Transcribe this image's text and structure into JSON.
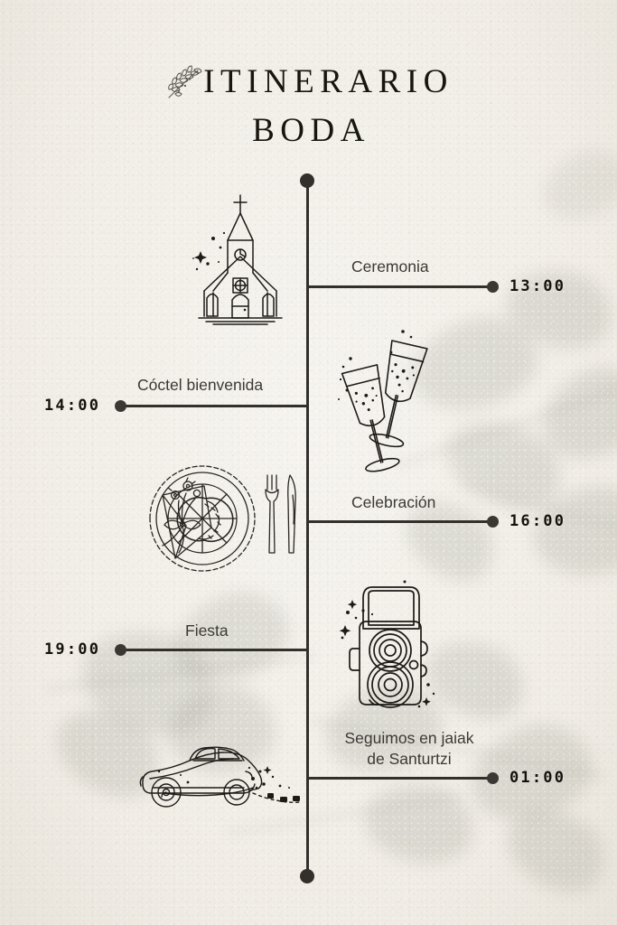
{
  "header": {
    "title_line1": "ITINERARIO",
    "title_line2": "BODA",
    "sprig_icon": "olive-branch-icon"
  },
  "colors": {
    "background": "#f3f0ea",
    "ink": "#332f2b",
    "title": "#17150f",
    "label": "#3c3935",
    "shadow": "#8b8d80"
  },
  "timeline": {
    "events": [
      {
        "label": "Ceremonia",
        "time": "13:00",
        "side": "right",
        "illustration": "church-icon"
      },
      {
        "label": "Cóctel bienvenida",
        "time": "14:00",
        "side": "left",
        "illustration": "champagne-glasses-icon"
      },
      {
        "label": "Celebración",
        "time": "16:00",
        "side": "right",
        "illustration": "table-setting-icon"
      },
      {
        "label": "Fiesta",
        "time": "19:00",
        "side": "left",
        "illustration": "camera-icon"
      },
      {
        "label": "Seguimos en jaiak\nde Santurtzi",
        "time": "01:00",
        "side": "right",
        "illustration": "wedding-car-icon"
      }
    ]
  }
}
